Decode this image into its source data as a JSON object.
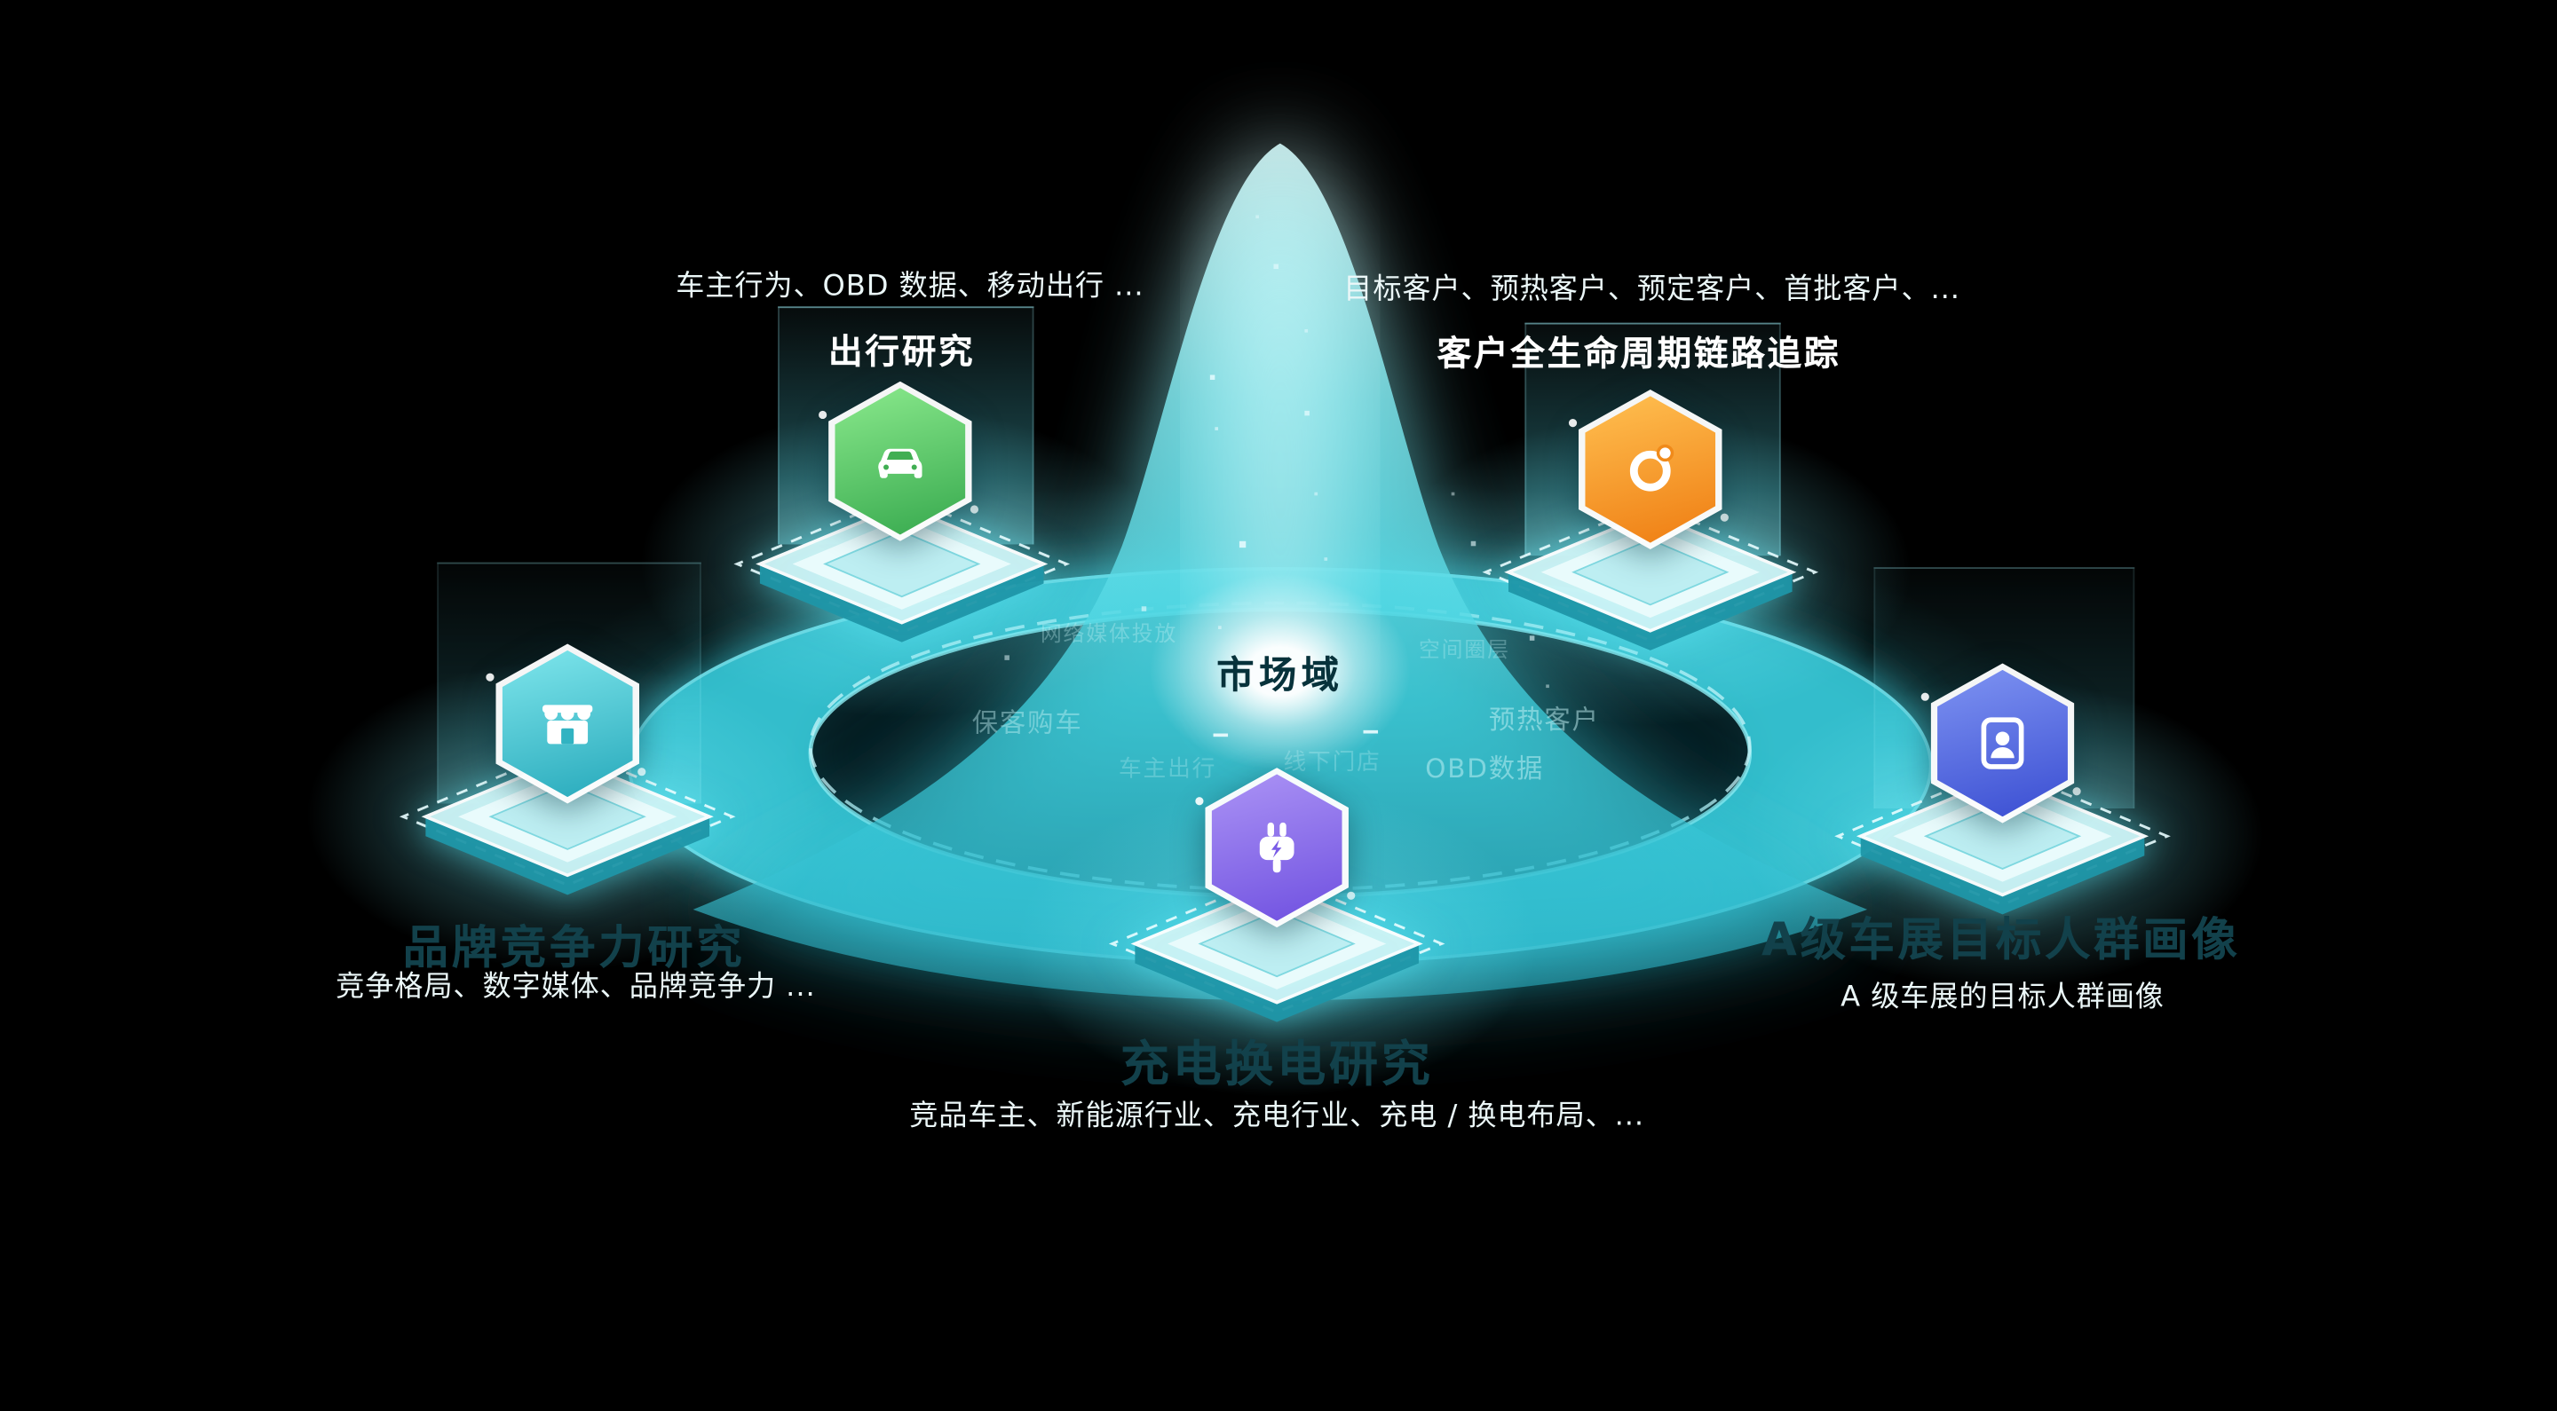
{
  "canvas": {
    "background": "#000000"
  },
  "center": {
    "label": "市场域"
  },
  "ring_texts": [
    "网络媒体投放",
    "保客购车",
    "预热客户",
    "车主出行",
    "线下门店",
    "OBD数据",
    "空间圈层"
  ],
  "nodes": {
    "travel": {
      "title": "出行研究",
      "desc": "车主行为、OBD 数据、移动出行 ...",
      "icon": "car-icon",
      "color": "#4db85e"
    },
    "lifecycle": {
      "title": "客户全生命周期链路追踪",
      "desc": "目标客户、预热客户、预定客户、首批客户、...",
      "icon": "orbit-icon",
      "color": "#f5921e"
    },
    "competition": {
      "title": "品牌竞争力研究",
      "desc": "竞争格局、数字媒体、品牌竞争力 ...",
      "icon": "store-icon",
      "color": "#39bfcd"
    },
    "charging": {
      "title": "充电换电研究",
      "desc": "竞品车主、新能源行业、充电行业、充电 / 换电布局、...",
      "icon": "plug-icon",
      "color": "#8468ea"
    },
    "audience": {
      "title": "A级车展目标人群画像",
      "desc": "A 级车展的目标人群画像",
      "icon": "person-icon",
      "color": "#4f63df"
    }
  },
  "colors": {
    "accent_teal": "#35c2d0",
    "ring": "#31bcca",
    "green": "#4db85e",
    "orange": "#f5921e",
    "cyan": "#39bfcd",
    "purple": "#8468ea",
    "blue": "#4f63df",
    "center_text": "#07323b"
  }
}
